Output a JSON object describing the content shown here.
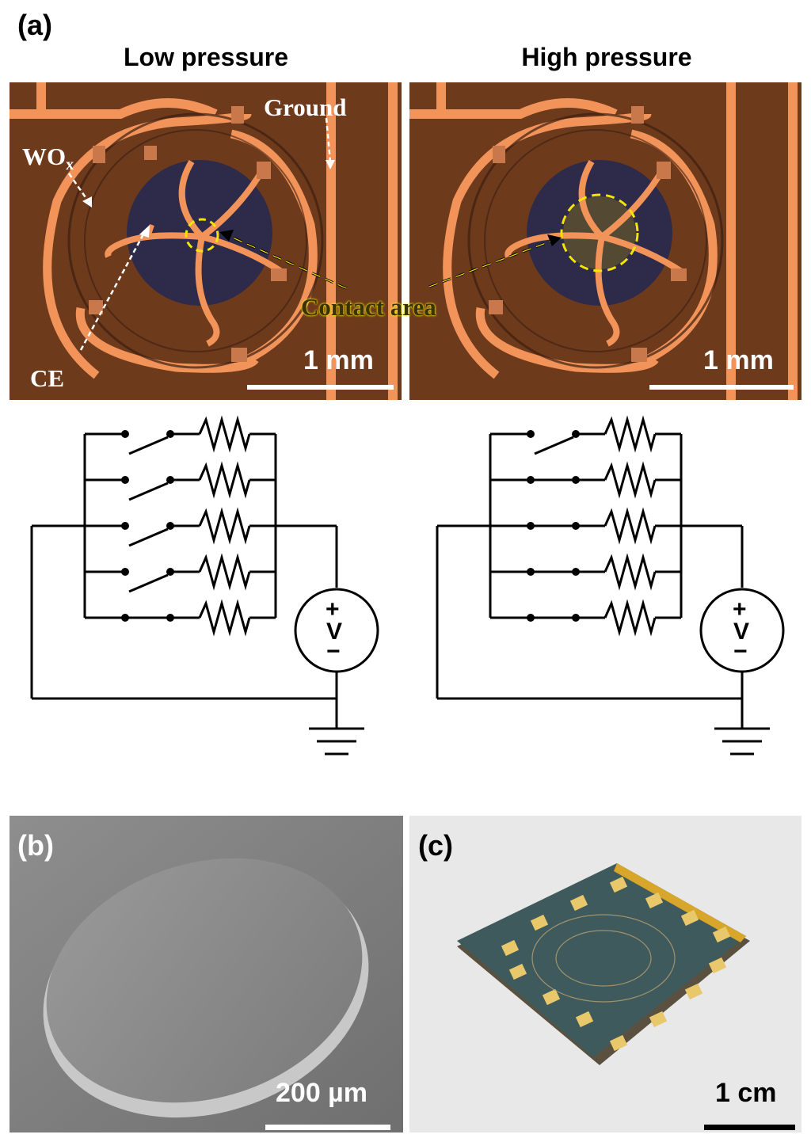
{
  "panel_a": {
    "label": "(a)",
    "left_title": "Low pressure",
    "right_title": "High pressure",
    "annotations": {
      "ground": "Ground",
      "wox": "WO",
      "wox_sub": "x",
      "ce": "CE",
      "contact_area": "Contact area"
    },
    "scale_left": "1 mm",
    "scale_right": "1 mm",
    "circuit": {
      "positive_sign": "+",
      "voltage_label": "V",
      "negative_sign": "−",
      "left_switches_closed": 1,
      "right_switches_closed": 4
    },
    "colors": {
      "substrate": "#6e3a1c",
      "trace": "#f2935a",
      "membrane": "#2e2a4a",
      "contact_ring": "#f4e600"
    }
  },
  "panel_b": {
    "label": "(b)",
    "scale": "200 µm"
  },
  "panel_c": {
    "label": "(c)",
    "scale": "1 cm"
  }
}
